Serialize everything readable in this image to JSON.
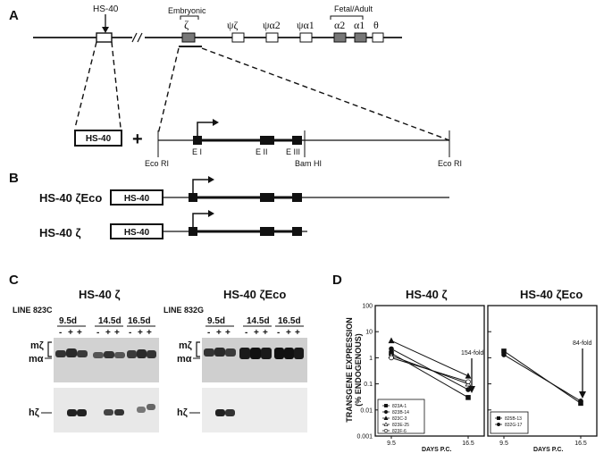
{
  "panels": {
    "A": {
      "letter": "A",
      "hs40_top": "HS-40",
      "embryonic": "Embryonic",
      "zeta": "ζ",
      "psi_zeta": "ψζ",
      "psi_a2": "ψα2",
      "psi_a1": "ψα1",
      "fetal_adult": "Fetal/Adult",
      "a2": "α2",
      "a1": "α1",
      "theta": "θ",
      "hs40_box": "HS-40",
      "plus": "+",
      "exon1": "E I",
      "exon2": "E II",
      "exon3": "E III",
      "bam_hi": "Bam HI",
      "eco_ri_left": "Eco RI",
      "eco_ri_right": "Eco RI"
    },
    "B": {
      "letter": "B",
      "construct1": "HS-40 ζEco",
      "construct2": "HS-40 ζ",
      "box_label": "HS-40"
    },
    "C": {
      "letter": "C",
      "left_title": "HS-40 ζ",
      "right_title": "HS-40 ζEco",
      "left_line": "LINE 823C",
      "right_line": "LINE 832G",
      "timepoints": [
        "9.5d",
        "14.5d",
        "16.5d"
      ],
      "lane_signs": [
        "-",
        "+",
        "+"
      ],
      "mz": "mζ",
      "ma": "mα",
      "hz": "hζ"
    },
    "D": {
      "letter": "D",
      "ylabel_line1": "TRANSGENE EXPRESSION",
      "ylabel_line2": "(% ENDOGENOUS)",
      "xlabel": "DAYS P.C."
    }
  },
  "chart_data": [
    {
      "type": "line",
      "title": "HS-40 ζ",
      "xlabel": "DAYS P.C.",
      "ylabel": "TRANSGENE EXPRESSION (% ENDOGENOUS)",
      "yscale": "log",
      "ylim": [
        0.001,
        100
      ],
      "yticks": [
        "100",
        "10",
        "1",
        "0.1",
        "0.01",
        "0.001"
      ],
      "x": [
        9.5,
        16.5
      ],
      "xticks": [
        "9.5",
        "16.5"
      ],
      "annotation": "154-fold",
      "legend_position": "bottom-left",
      "series": [
        {
          "name": "823A-1",
          "marker": "square-filled",
          "values": [
            1.5,
            0.03
          ]
        },
        {
          "name": "823B-14",
          "marker": "circle-filled",
          "values": [
            2.2,
            0.06
          ]
        },
        {
          "name": "823C-3",
          "marker": "triangle-filled",
          "values": [
            4.5,
            0.2
          ]
        },
        {
          "name": "823E-25",
          "marker": "triangle-open",
          "values": [
            1.2,
            0.1
          ]
        },
        {
          "name": "823F-6",
          "marker": "circle-open",
          "values": [
            1.0,
            0.12
          ]
        }
      ]
    },
    {
      "type": "line",
      "title": "HS-40 ζEco",
      "xlabel": "DAYS P.C.",
      "yscale": "log",
      "ylim": [
        0.001,
        100
      ],
      "x": [
        9.5,
        16.5
      ],
      "xticks": [
        "9.5",
        "16.5"
      ],
      "annotation": "84-fold",
      "legend_position": "bottom-left",
      "series": [
        {
          "name": "825B-13",
          "marker": "square-filled",
          "values": [
            1.8,
            0.018
          ]
        },
        {
          "name": "832G-17",
          "marker": "circle-filled",
          "values": [
            1.3,
            0.022
          ]
        }
      ]
    }
  ]
}
